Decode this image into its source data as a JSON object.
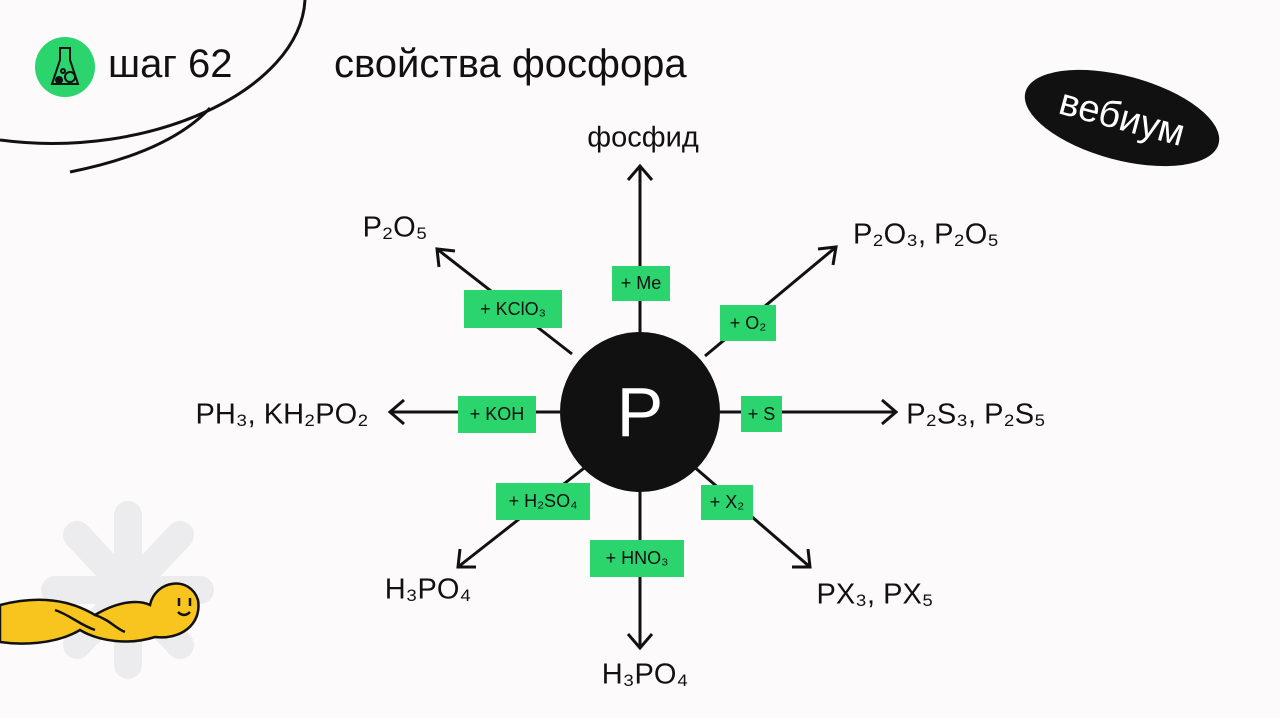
{
  "header": {
    "step": "шаг 62",
    "title": "свойства фосфора",
    "brand": "вебиум"
  },
  "center": "P",
  "colors": {
    "accent": "#2bd46d",
    "worm": "#f7c51e"
  },
  "branches": [
    {
      "reagent": "+ Me",
      "product": "фосфид"
    },
    {
      "reagent": "+ O₂",
      "product": "P₂O₃, P₂O₅"
    },
    {
      "reagent": "+ S",
      "product": "P₂S₃, P₂S₅"
    },
    {
      "reagent": "+ X₂",
      "product": "PX₃, PX₅"
    },
    {
      "reagent": "+ HNO₃",
      "product": "H₃PO₄"
    },
    {
      "reagent": "+ H₂SO₄",
      "product": "H₃PO₄"
    },
    {
      "reagent": "+ KOH",
      "product": "PH₃, KH₂PO₂"
    },
    {
      "reagent": "+ KClO₃",
      "product": "P₂O₅"
    }
  ]
}
